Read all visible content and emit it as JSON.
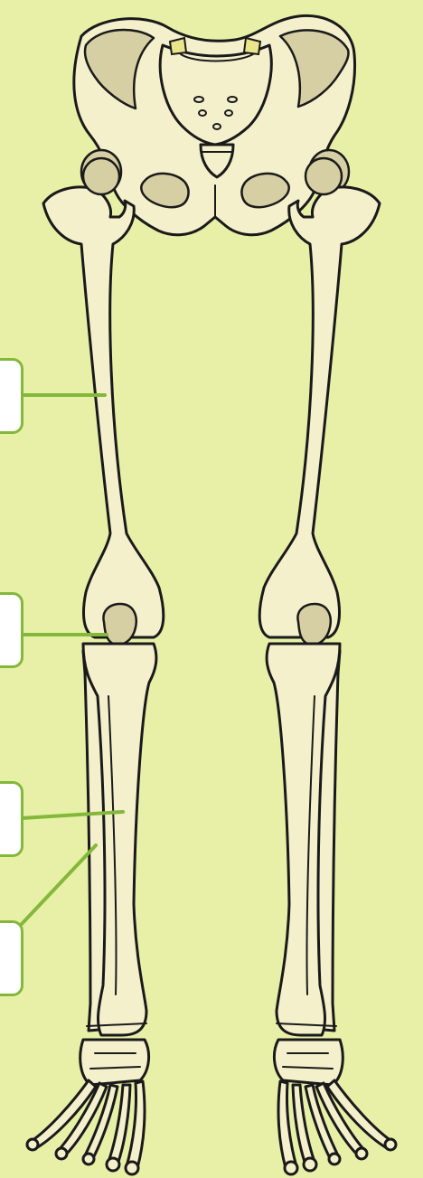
{
  "labels": [
    {
      "id": "femur",
      "text": ""
    },
    {
      "id": "patella",
      "text": ""
    },
    {
      "id": "tibia",
      "text": ""
    },
    {
      "id": "fibula",
      "text": ""
    }
  ]
}
